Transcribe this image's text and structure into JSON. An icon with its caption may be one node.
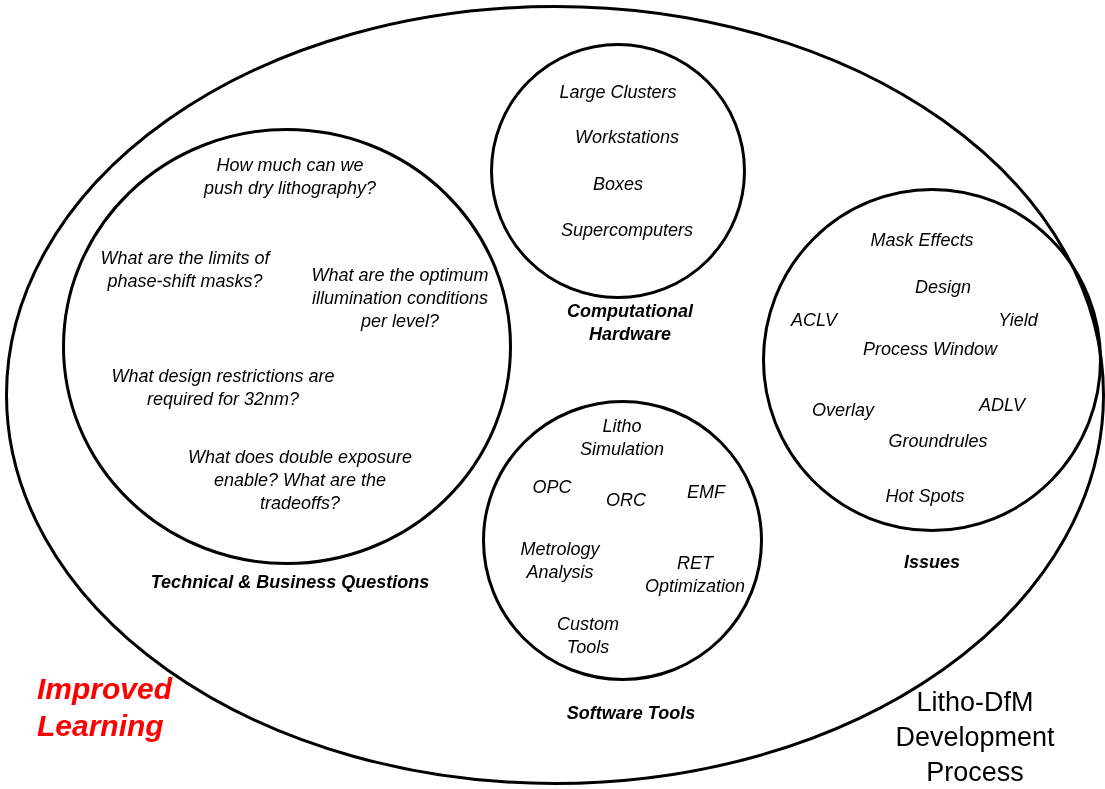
{
  "diagram": {
    "nodes": [
      {
        "text": [
          "Litho-DfM Development Process"
        ]
      },
      {
        "text": [
          "How much can we push dry lithography?",
          "What are the limits of phase-shift masks?",
          "What are the optimum illumination conditions per level?",
          "What design restrictions are required for 32nm?",
          "What does double exposure enable? What are the tradeoffs?",
          "Technical & Business Questions"
        ],
        "in": 0
      },
      {
        "text": [
          "Large Clusters",
          "Workstations",
          "Boxes",
          "Supercomputers",
          "Computational Hardware"
        ],
        "in": 0
      },
      {
        "text": [
          "Mask Effects",
          "Design",
          "ACLV",
          "Yield",
          "Process Window",
          "Overlay",
          "ADLV",
          "Groundrules",
          "Hot Spots",
          "Issues"
        ],
        "in": 0
      },
      {
        "text": [
          "Litho Simulation",
          "OPC",
          "ORC",
          "EMF",
          "Metrology Analysis",
          "RET Optimization",
          "Custom Tools",
          "Software Tools"
        ],
        "in": 0
      }
    ],
    "edges": [],
    "labels": [
      "Improved Learning"
    ]
  }
}
